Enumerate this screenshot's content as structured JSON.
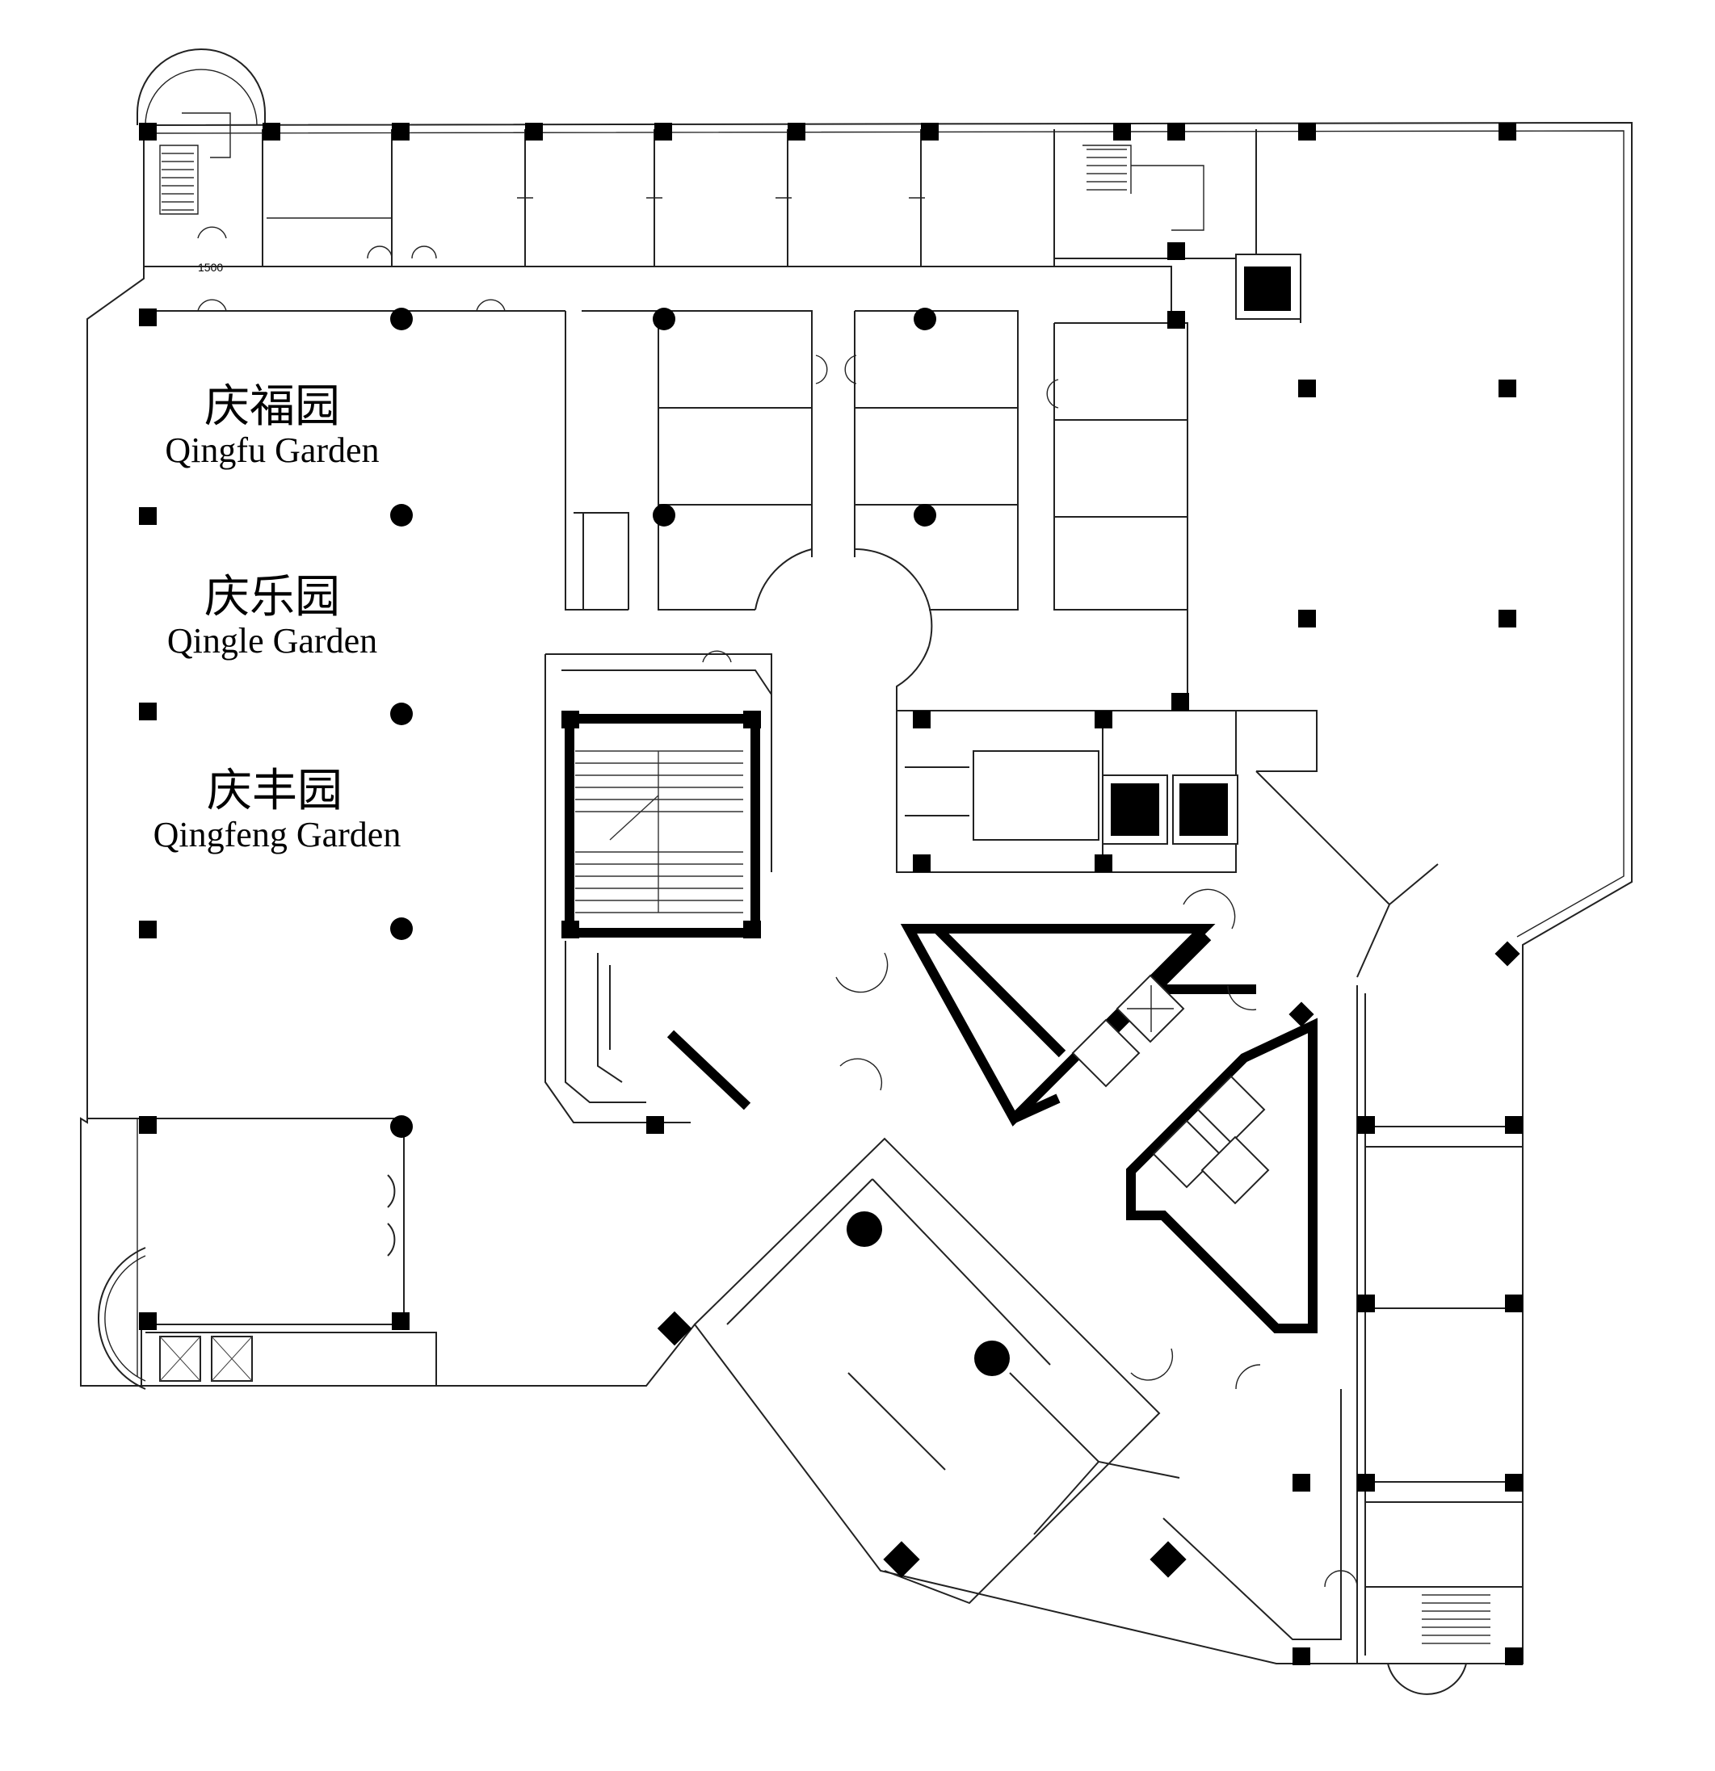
{
  "rooms": [
    {
      "zh": "庆福园",
      "en": "Qingfu Garden"
    },
    {
      "zh": "庆乐园",
      "en": "Qingle Garden"
    },
    {
      "zh": "庆丰园",
      "en": "Qingfeng Garden"
    }
  ],
  "dimension": "1500",
  "colors": {
    "line": "#222222",
    "fill": "#000000",
    "background": "#ffffff"
  }
}
